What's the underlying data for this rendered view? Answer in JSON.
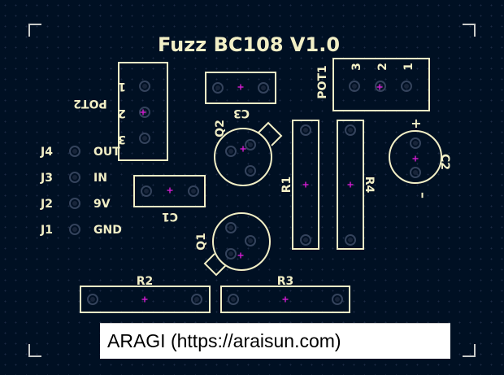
{
  "board": {
    "title": "Fuzz BC108 V1.0",
    "colors": {
      "background": "#001023",
      "silkscreen": "#f2efc6",
      "pad": "#33425a",
      "center_mark": "#d41cd1"
    }
  },
  "connectors": [
    {
      "ref": "J4",
      "net": "OUT"
    },
    {
      "ref": "J3",
      "net": "IN"
    },
    {
      "ref": "J2",
      "net": "9V"
    },
    {
      "ref": "J1",
      "net": "GND"
    }
  ],
  "components": {
    "pot2": {
      "ref": "POT2",
      "pins": [
        "1",
        "2",
        "3"
      ]
    },
    "pot1": {
      "ref": "POT1",
      "pins": [
        "3",
        "2",
        "1"
      ]
    },
    "c3": {
      "ref": "C3"
    },
    "c1": {
      "ref": "C1"
    },
    "c2": {
      "ref": "C2",
      "plus": "+",
      "minus": "–"
    },
    "q1": {
      "ref": "Q1"
    },
    "q2": {
      "ref": "Q2"
    },
    "r1": {
      "ref": "R1"
    },
    "r2": {
      "ref": "R2"
    },
    "r3": {
      "ref": "R3"
    },
    "r4": {
      "ref": "R4"
    }
  },
  "credit": "ARAGI (https://araisun.com)"
}
